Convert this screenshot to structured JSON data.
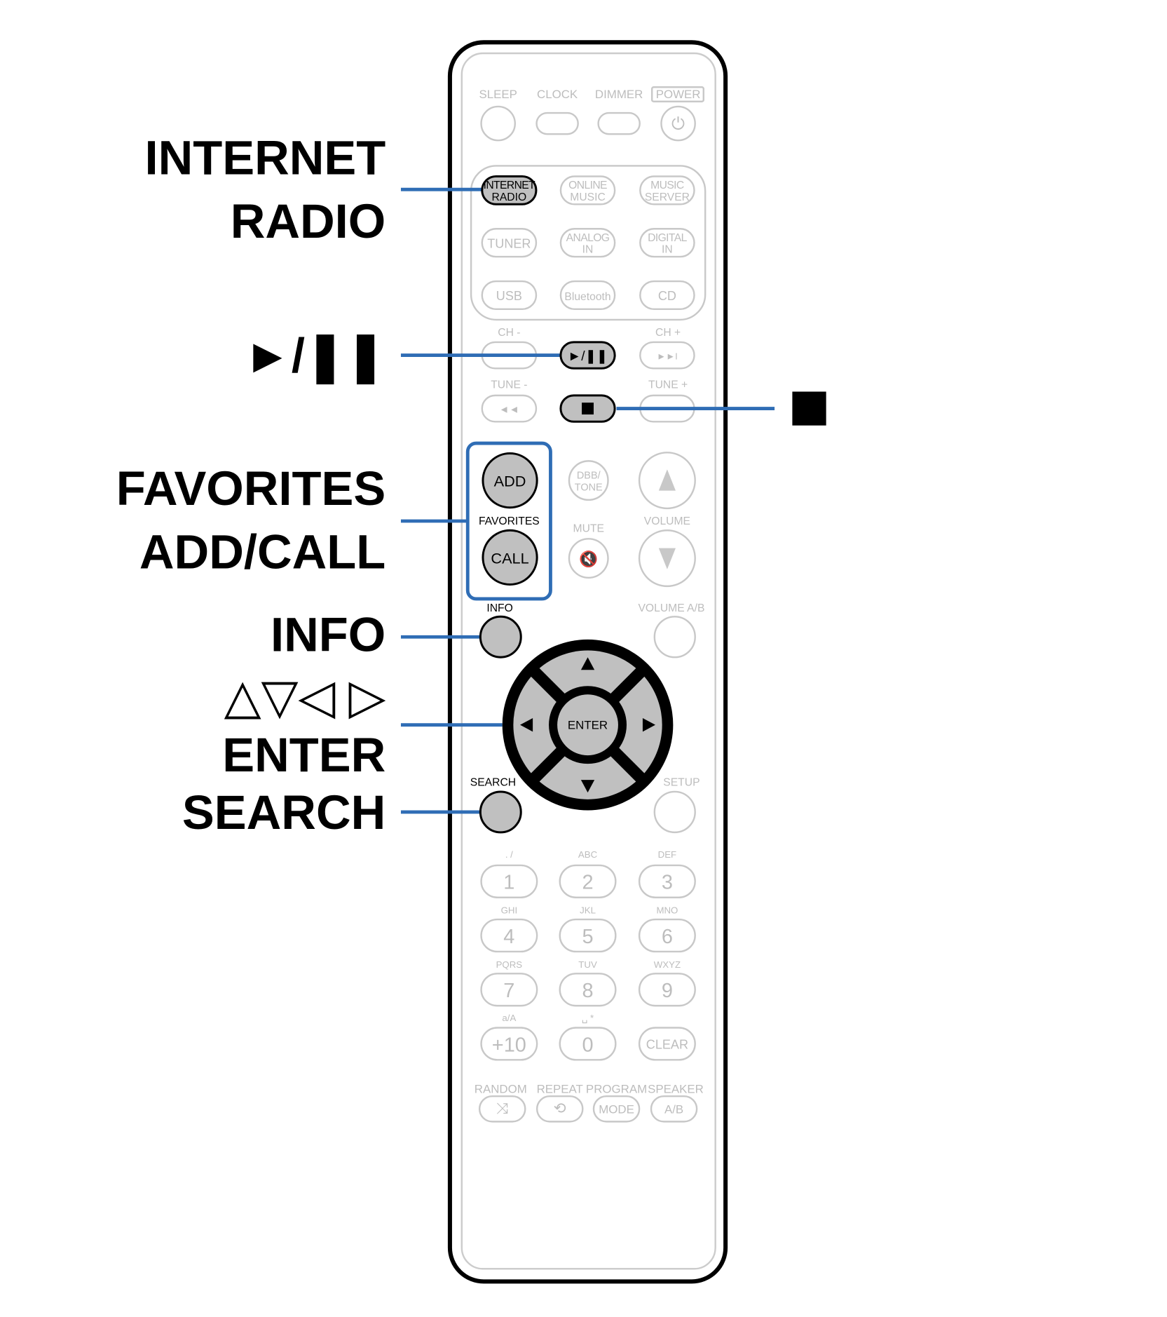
{
  "callouts": {
    "internet_radio": [
      "INTERNET",
      "RADIO"
    ],
    "play_pause": "►/❚❚",
    "stop": "■",
    "favorites": [
      "FAVORITES",
      "ADD/CALL"
    ],
    "info": "INFO",
    "arrows": "△▽◁ ▷",
    "enter": "ENTER",
    "search": "SEARCH"
  },
  "remote": {
    "top_labels": [
      "SLEEP",
      "CLOCK",
      "DIMMER",
      "POWER"
    ],
    "power_icon": "⏻",
    "sources": [
      [
        "INTERNET",
        "RADIO"
      ],
      [
        "ONLINE",
        "MUSIC"
      ],
      [
        "MUSIC",
        "SERVER"
      ],
      [
        "TUNER"
      ],
      [
        "ANALOG",
        "IN"
      ],
      [
        "DIGITAL",
        "IN"
      ],
      [
        "USB"
      ],
      [
        "Bluetooth"
      ],
      [
        "CD"
      ]
    ],
    "ch_minus": "CH -",
    "ch_plus": "CH +",
    "tune_minus": "TUNE -",
    "tune_plus": "TUNE +",
    "play_pause": "►/❚❚",
    "skip_next": "►►I",
    "rewind": "◄◄",
    "stop": "■",
    "add": "ADD",
    "favorites": "FAVORITES",
    "call": "CALL",
    "dbb_tone": [
      "DBB/",
      "TONE"
    ],
    "mute": "MUTE",
    "mute_icon": "🔇",
    "volume": "VOLUME",
    "volume_ab": "VOLUME A/B",
    "info": "INFO",
    "enter": "ENTER",
    "search": "SEARCH",
    "setup": "SETUP",
    "numpad": [
      {
        "sub": ". /",
        "key": "1"
      },
      {
        "sub": "ABC",
        "key": "2"
      },
      {
        "sub": "DEF",
        "key": "3"
      },
      {
        "sub": "GHI",
        "key": "4"
      },
      {
        "sub": "JKL",
        "key": "5"
      },
      {
        "sub": "MNO",
        "key": "6"
      },
      {
        "sub": "PQRS",
        "key": "7"
      },
      {
        "sub": "TUV",
        "key": "8"
      },
      {
        "sub": "WXYZ",
        "key": "9"
      },
      {
        "sub": "a/A",
        "key": "+10"
      },
      {
        "sub": "␣ *",
        "key": "0"
      },
      {
        "sub": "",
        "key": "CLEAR"
      }
    ],
    "bottom_labels": [
      "RANDOM",
      "REPEAT",
      "PROGRAM",
      "SPEAKER"
    ],
    "bottom_keys": [
      "⤨",
      "⟲",
      "MODE",
      "A/B"
    ]
  },
  "colors": {
    "accent": "#2f6db5",
    "highlight": "#c0c0c0",
    "inactive": "#bdbdbd"
  }
}
